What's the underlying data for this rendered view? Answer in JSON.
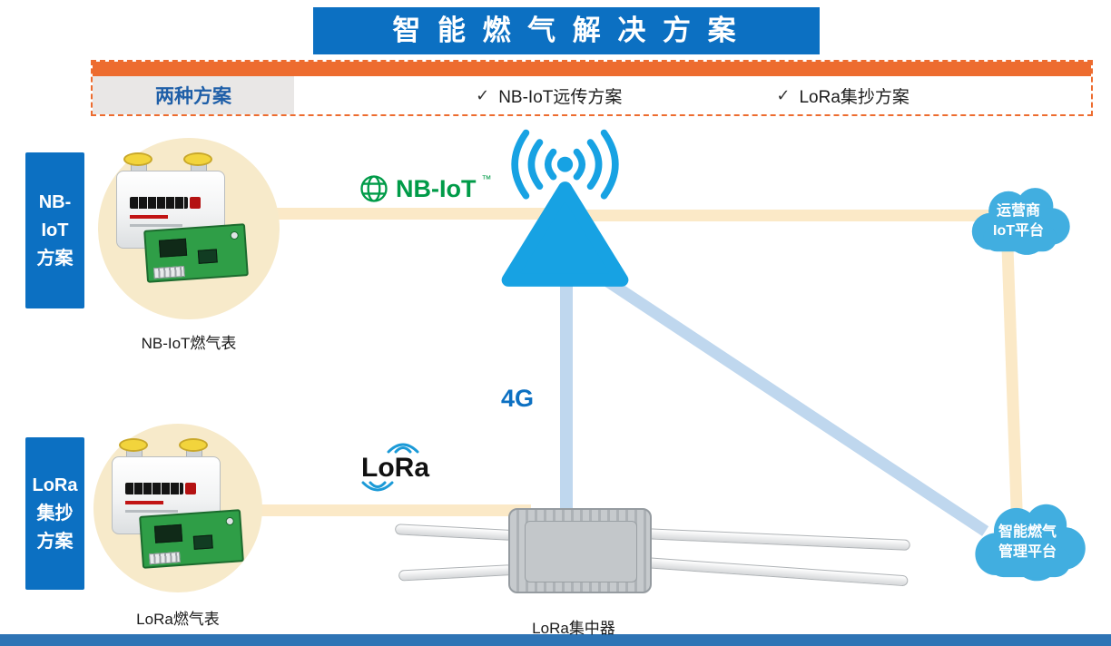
{
  "page": {
    "title": "智 能 燃 气 解 决 方 案"
  },
  "header": {
    "tag_label": "两种方案",
    "check_glyph": "✓",
    "option_nbiot": "NB-IoT远传方案",
    "option_lora": "LoRa集抄方案"
  },
  "rails": {
    "nbiot": "NB-\nIoT\n方案",
    "lora": "LoRa\n集抄\n方案"
  },
  "captions": {
    "nbiot_meter": "NB-IoT燃气表",
    "lora_meter": "LoRa燃气表",
    "concentrator": "LoRa集中器"
  },
  "logos": {
    "nbiot": "NB-IoT",
    "nbiot_tm": "™",
    "lora": "LoRa",
    "link_4g": "4G"
  },
  "clouds": {
    "operator": "运营商\nIoT平台",
    "management": "智能燃气\n管理平台"
  },
  "colors": {
    "title_blue": "#0C70C2",
    "orange": "#ED6C2F",
    "cream_line": "#FBE9C7",
    "light_blue_line": "#BFD7EE",
    "tower_blue": "#17A2E3",
    "cloud_blue": "#41AEE0",
    "nbiot_green": "#009B48",
    "bottom_bar_blue": "#2E74B5",
    "circle_beige": "#F7EACA"
  }
}
